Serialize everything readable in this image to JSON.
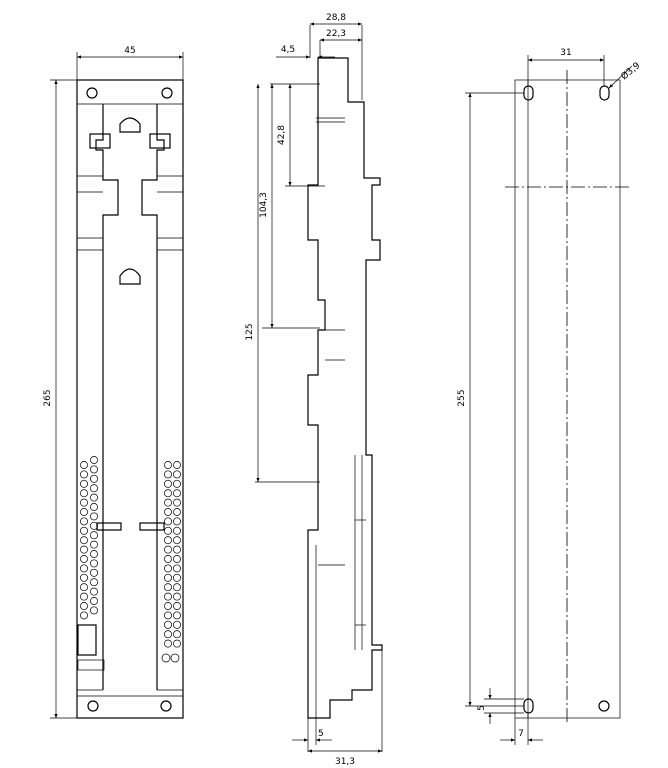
{
  "front_view": {
    "dim_width": "45",
    "dim_height": "265"
  },
  "side_view": {
    "dim_top_total": "28,8",
    "dim_top_offset": "22,3",
    "dim_top_small": "4,5",
    "dim_v1": "42,8",
    "dim_v2": "104,3",
    "dim_v3": "125",
    "dim_bottom_small": "5",
    "dim_bottom_total": "31,3"
  },
  "rear_view": {
    "dim_hole_spacing": "31",
    "dim_hole_dia": "Ø3,9",
    "dim_height": "255",
    "dim_bottom_v": "5",
    "dim_bottom_h": "7"
  }
}
